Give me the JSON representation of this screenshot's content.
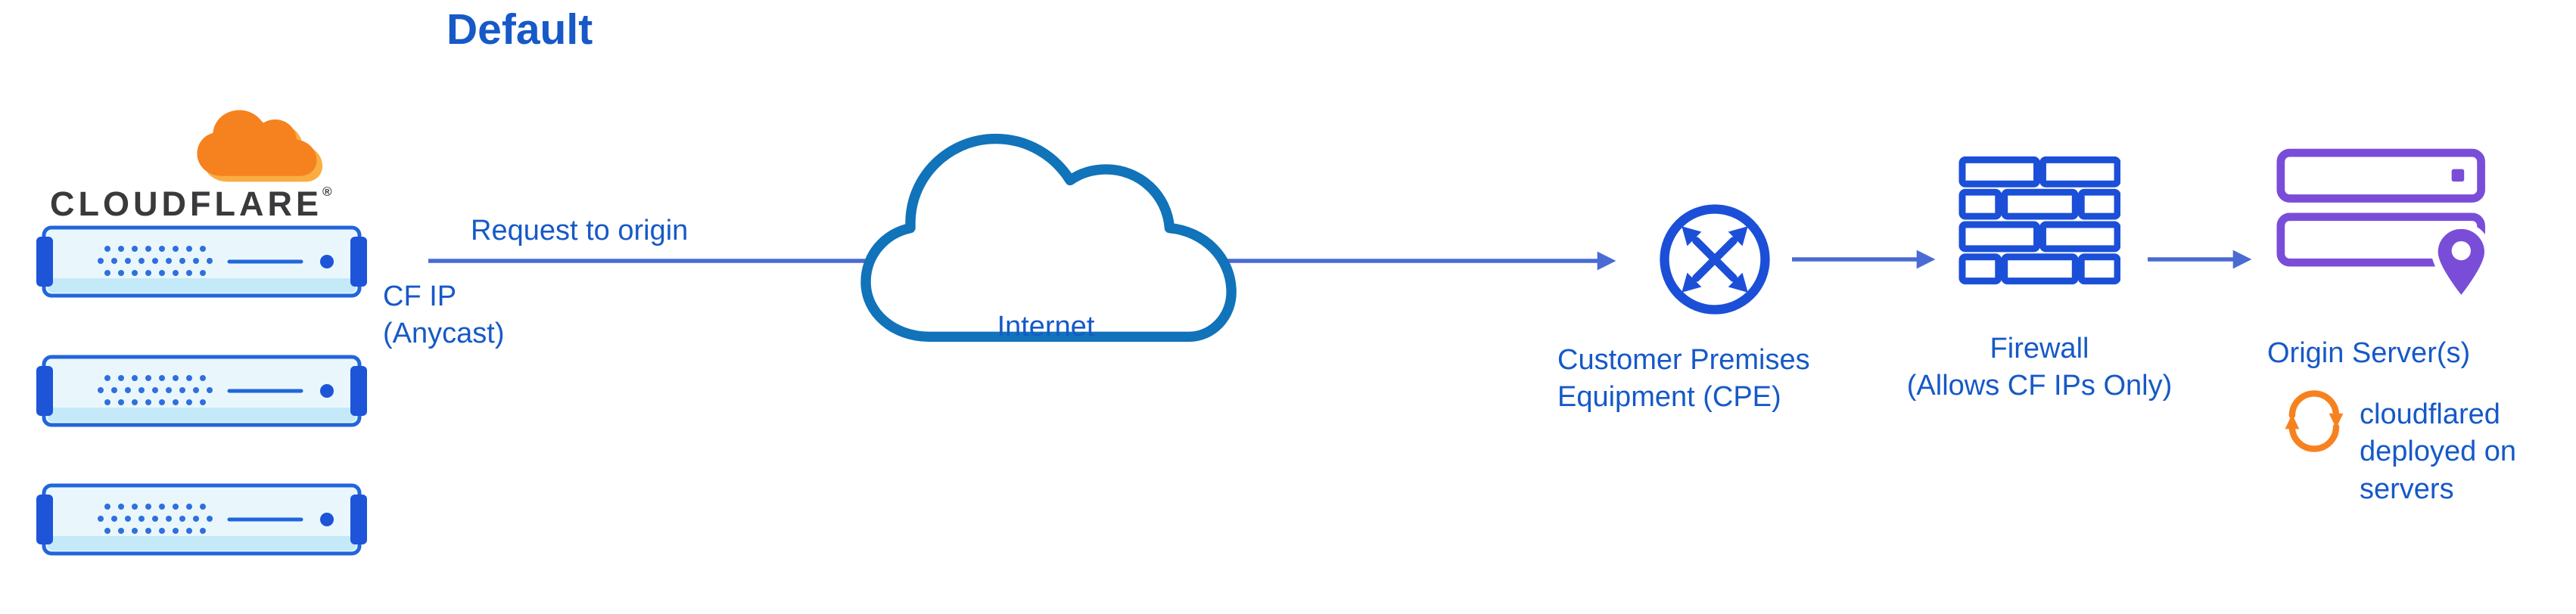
{
  "title": "Default",
  "brand": {
    "name": "CLOUDFLARE",
    "registered": "®"
  },
  "labels": {
    "request_to_origin": "Request to origin",
    "cf_ip": "CF IP\n(Anycast)",
    "internet": "Internet",
    "cpe": "Customer Premises\nEquipment (CPE)",
    "firewall": "Firewall\n(Allows CF IPs Only)",
    "origin": "Origin Server(s)",
    "cloudflared": "cloudflared\ndeployed on\nservers"
  },
  "icons": {
    "cloudflare_logo": "cloudflare-cloud-logo",
    "edge_servers": "edge-server-rack-x3",
    "internet": "internet-cloud-outline",
    "cpe": "circle-with-exchange-arrows",
    "firewall": "brick-wall",
    "origin": "server-stack-with-location-pin",
    "cloudflared": "circular-sync-arrows"
  },
  "colors": {
    "text_blue": "#1659c7",
    "arrow_blue": "#4a6bd3",
    "icon_blue": "#1b4fd7",
    "cloud_blue": "#1173b9",
    "server_stroke": "#2166db",
    "server_bar": "#1d54d8",
    "server_fill": "#e9f7fd",
    "purple": "#7a4dd8",
    "orange": "#f6821f",
    "orange_light": "#fbad41",
    "logo_text": "#3a3a3c"
  }
}
